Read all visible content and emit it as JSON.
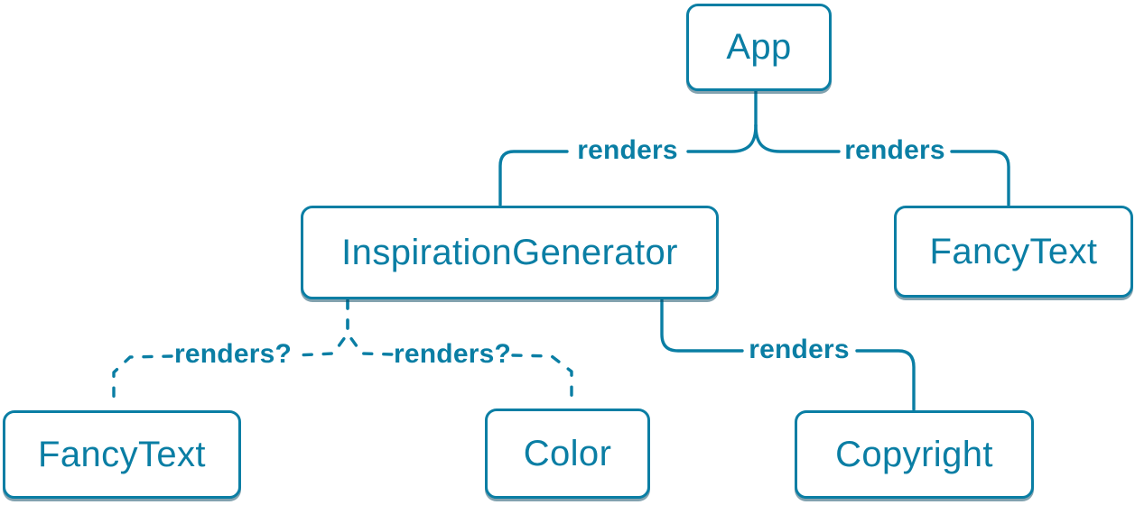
{
  "diagram": {
    "type": "component-tree",
    "colors": {
      "accent": "#0a7ea4",
      "node-bg": "#ffffff",
      "shadow": "rgba(8,70,95,0.5)"
    },
    "nodes": [
      {
        "id": "app",
        "label": "App"
      },
      {
        "id": "inspiration-generator",
        "label": "InspirationGenerator"
      },
      {
        "id": "fancy-text-top",
        "label": "FancyText"
      },
      {
        "id": "fancy-text-bottom",
        "label": "FancyText"
      },
      {
        "id": "color",
        "label": "Color"
      },
      {
        "id": "copyright",
        "label": "Copyright"
      }
    ],
    "edges": [
      {
        "from": "App",
        "to": "InspirationGenerator",
        "label": "renders",
        "style": "solid"
      },
      {
        "from": "App",
        "to": "FancyText",
        "label": "renders",
        "style": "solid"
      },
      {
        "from": "InspirationGenerator",
        "to": "Copyright",
        "label": "renders",
        "style": "solid"
      },
      {
        "from": "InspirationGenerator",
        "to": "FancyText",
        "label": "renders?",
        "style": "dashed"
      },
      {
        "from": "InspirationGenerator",
        "to": "Color",
        "label": "renders?",
        "style": "dashed"
      }
    ]
  }
}
